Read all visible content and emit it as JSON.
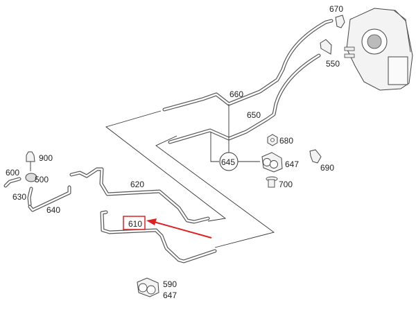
{
  "diagram": {
    "title": "Heater / coolant hose parts diagram",
    "highlight_color": "#e02020",
    "highlighted_part": "610",
    "labels": {
      "p670": "670",
      "p550": "550",
      "p660": "660",
      "p650": "650",
      "p680": "680",
      "p645": "645",
      "p647a": "647",
      "p690": "690",
      "p700": "700",
      "p900": "900",
      "p600": "600",
      "p500": "500",
      "p630": "630",
      "p640": "640",
      "p620": "620",
      "p610": "610",
      "p590": "590",
      "p647b": "647"
    }
  }
}
